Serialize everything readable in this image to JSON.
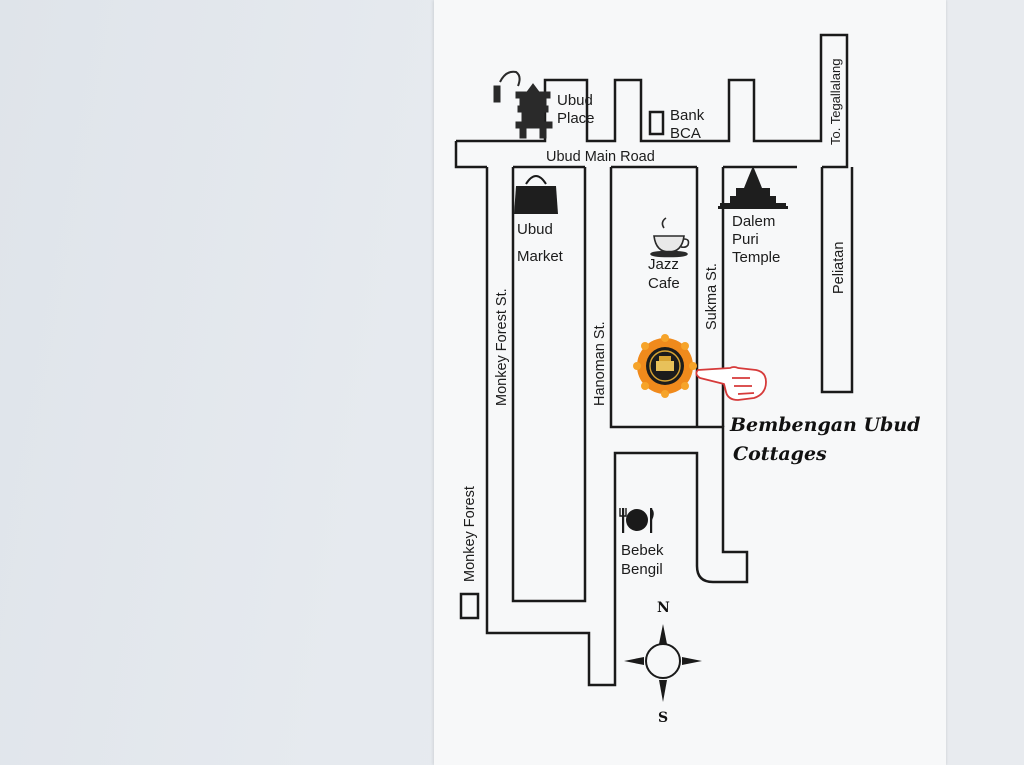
{
  "map": {
    "streets": {
      "main_road": "Ubud Main Road",
      "monkey_forest_st": "Monkey Forest St.",
      "hanoman_st": "Hanoman St.",
      "sukma_st": "Sukma St.",
      "peliatan": "Peliatan",
      "to_tegallalang": "To. Tegallalang",
      "monkey_forest": "Monkey Forest"
    },
    "landmarks": {
      "ubud_palace": {
        "line1": "Ubud",
        "line2": "Place",
        "icon": "palace-gate-icon"
      },
      "bank_bca": {
        "line1": "Bank",
        "line2": "BCA",
        "icon": "building-square-icon"
      },
      "ubud_market": {
        "line1": "Ubud",
        "line2": "Market",
        "icon": "shopping-bag-icon"
      },
      "jazz_cafe": {
        "line1": "Jazz",
        "line2": "Cafe",
        "icon": "coffee-cup-icon"
      },
      "dalem_puri_temple": {
        "line1": "Dalem",
        "line2": "Puri",
        "line3": "Temple",
        "icon": "temple-icon"
      },
      "bebek_bengil": {
        "line1": "Bebek",
        "line2": "Bengil",
        "icon": "plate-cutlery-icon"
      }
    },
    "hotel": {
      "line1": "Bembengan Ubud",
      "line2": "Cottages",
      "logo_icon": "hotel-logo-icon",
      "pointer_icon": "pointing-hand-icon"
    },
    "compass": {
      "north": "N",
      "south": "S"
    },
    "colors": {
      "road_outline": "#1a1a1a",
      "card": "#f7f8f9",
      "background": "#e3e8ee",
      "logo_orange": "#f08a1c",
      "hand_red": "#d63a3a"
    }
  }
}
